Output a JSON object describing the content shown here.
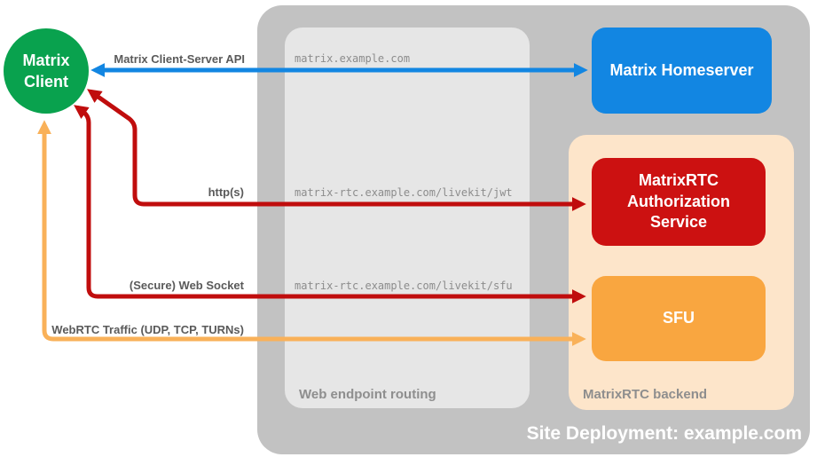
{
  "client": {
    "label": "Matrix Client",
    "color": "#09a24e"
  },
  "deployment": {
    "label": "Site Deployment: example.com",
    "background": "#c2c2c2",
    "web_routing": {
      "label": "Web endpoint routing",
      "background": "#e6e6e6",
      "endpoints": [
        "matrix.example.com",
        "matrix-rtc.example.com/livekit/jwt",
        "matrix-rtc.example.com/livekit/sfu"
      ]
    },
    "homeserver": {
      "label": "Matrix Homeserver",
      "color": "#1286e2"
    },
    "backend": {
      "label": "MatrixRTC backend",
      "background": "#fde5ca",
      "auth_service": {
        "label": "MatrixRTC Authorization Service",
        "color": "#cc1111"
      },
      "sfu": {
        "label": "SFU",
        "color": "#f9a640"
      }
    }
  },
  "connections": [
    {
      "name": "matrix-client-server-api",
      "label": "Matrix Client-Server API",
      "color": "#1286e2",
      "via": "matrix.example.com",
      "from": "Matrix Client",
      "to": "Matrix Homeserver",
      "bidirectional": true
    },
    {
      "name": "https",
      "label": "http(s)",
      "color": "#c00d0d",
      "via": "matrix-rtc.example.com/livekit/jwt",
      "from": "Matrix Client",
      "to": "MatrixRTC Authorization Service",
      "bidirectional": true
    },
    {
      "name": "secure-web-socket",
      "label": "(Secure) Web Socket",
      "color": "#c00d0d",
      "via": "matrix-rtc.example.com/livekit/sfu",
      "from": "Matrix Client",
      "to": "SFU",
      "bidirectional": true
    },
    {
      "name": "webrtc-traffic",
      "label": "WebRTC Traffic (UDP, TCP, TURNs)",
      "color": "#f9b159",
      "from": "Matrix Client",
      "to": "SFU",
      "bidirectional": true
    }
  ]
}
